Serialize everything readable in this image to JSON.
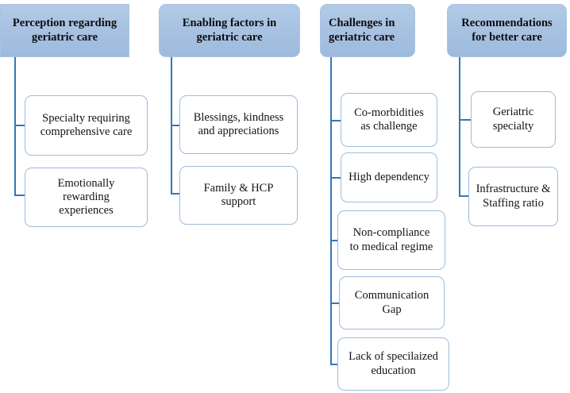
{
  "diagram": {
    "title_present": false,
    "background_color": "#ffffff",
    "header_fill_color": "#a9c4e3",
    "child_border_color": "#9dbcdc",
    "connector_color": "#3577b5",
    "columns": [
      {
        "id": "perception",
        "header": "Perception regarding\ngeriatric care",
        "children": [
          "Specialty requiring\ncomprehensive care",
          "Emotionally\nrewarding\nexperiences"
        ]
      },
      {
        "id": "enabling-factors",
        "header": "Enabling factors  in\ngeriatric care",
        "children": [
          "Blessings, kindness\nand appreciations",
          "Family & HCP\nsupport"
        ]
      },
      {
        "id": "challenges",
        "header": "Challenges in\ngeriatric care",
        "children": [
          "Co-morbidities\nas challenge",
          "High dependency",
          "Non-compliance\nto medical regime",
          "Communication\nGap",
          "Lack of specilaized\neducation"
        ]
      },
      {
        "id": "recommendations",
        "header": "Recommendations\nfor better care",
        "children": [
          "Geriatric\nspecialty",
          "Infrastructure &\nStaffing ratio"
        ]
      }
    ]
  }
}
